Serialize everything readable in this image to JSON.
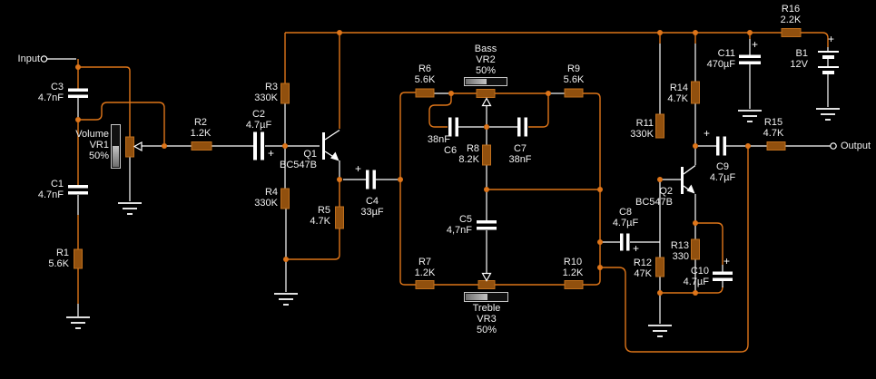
{
  "terminals": {
    "input": "Input",
    "output": "Output"
  },
  "polarity": "+",
  "components": {
    "c1": {
      "ref": "C1",
      "value": "4.7nF"
    },
    "c2": {
      "ref": "C2",
      "value": "4.7µF"
    },
    "c3": {
      "ref": "C3",
      "value": "4.7nF"
    },
    "c4": {
      "ref": "C4",
      "value": "33µF"
    },
    "c5": {
      "ref": "C5",
      "value": "4,7nF"
    },
    "c6": {
      "ref": "C6",
      "value": "38nF"
    },
    "c7": {
      "ref": "C7",
      "value": "38nF"
    },
    "c8": {
      "ref": "C8",
      "value": "4.7µF"
    },
    "c9": {
      "ref": "C9",
      "value": "4.7µF"
    },
    "c10": {
      "ref": "C10",
      "value": "4.7µF"
    },
    "c11": {
      "ref": "C11",
      "value": "470µF"
    },
    "r1": {
      "ref": "R1",
      "value": "5.6K"
    },
    "r2": {
      "ref": "R2",
      "value": "1.2K"
    },
    "r3": {
      "ref": "R3",
      "value": "330K"
    },
    "r4": {
      "ref": "R4",
      "value": "330K"
    },
    "r5": {
      "ref": "R5",
      "value": "4.7K"
    },
    "r6": {
      "ref": "R6",
      "value": "5.6K"
    },
    "r7": {
      "ref": "R7",
      "value": "1.2K"
    },
    "r8": {
      "ref": "R8",
      "value": "8.2K"
    },
    "r9": {
      "ref": "R9",
      "value": "5.6K"
    },
    "r10": {
      "ref": "R10",
      "value": "1.2K"
    },
    "r11": {
      "ref": "R11",
      "value": "330K"
    },
    "r12": {
      "ref": "R12",
      "value": "47K"
    },
    "r13": {
      "ref": "R13",
      "value": "330"
    },
    "r14": {
      "ref": "R14",
      "value": "4.7K"
    },
    "r15": {
      "ref": "R15",
      "value": "4.7K"
    },
    "r16": {
      "ref": "R16",
      "value": "2.2K"
    },
    "vr1": {
      "name": "Volume",
      "ref": "VR1",
      "value": "50%"
    },
    "vr2": {
      "name": "Bass",
      "ref": "VR2",
      "value": "50%"
    },
    "vr3": {
      "name": "Treble",
      "ref": "VR3",
      "value": "50%"
    },
    "q1": {
      "ref": "Q1",
      "value": "BC547B"
    },
    "q2": {
      "ref": "Q2",
      "value": "BC547B"
    },
    "b1": {
      "ref": "B1",
      "value": "12V"
    }
  },
  "colors": {
    "background": "#000000",
    "wire": "#DE7519",
    "lead": "#FFFFFF",
    "component_fill": "#91500E",
    "text": "#EFEFEF"
  }
}
